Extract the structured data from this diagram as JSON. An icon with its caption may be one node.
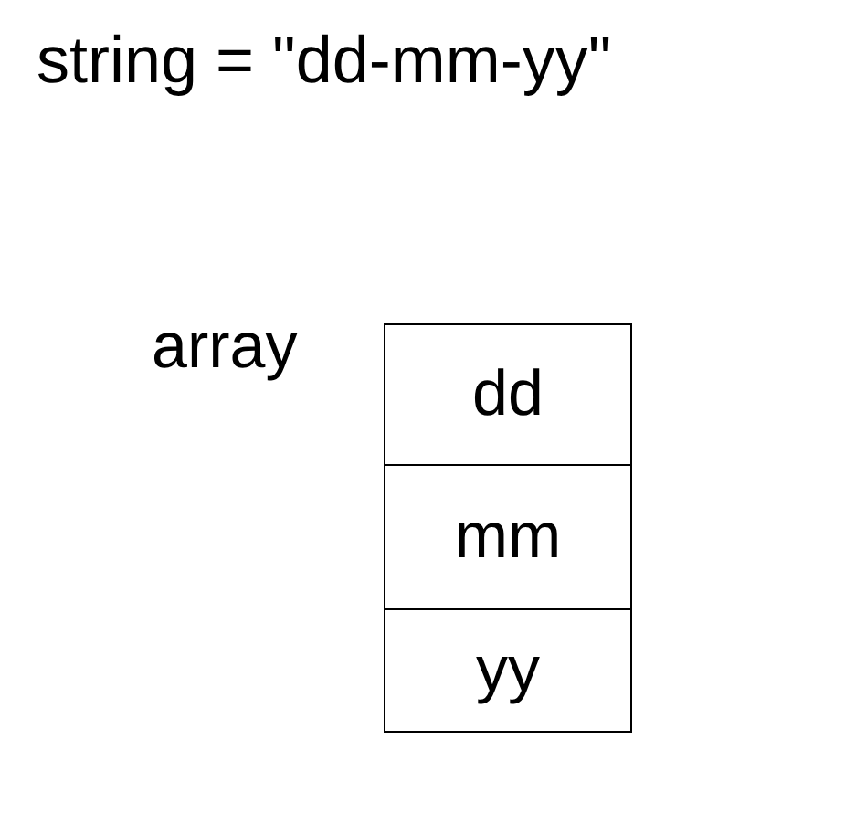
{
  "diagram": {
    "title": "string = \"dd-mm-yy\"",
    "nodes": [
      {
        "text": [
          "array"
        ]
      },
      {
        "text": [
          "dd"
        ],
        "in": 0
      },
      {
        "text": [
          "mm"
        ],
        "in": 0
      },
      {
        "text": [
          "yy"
        ],
        "in": 0
      }
    ]
  }
}
